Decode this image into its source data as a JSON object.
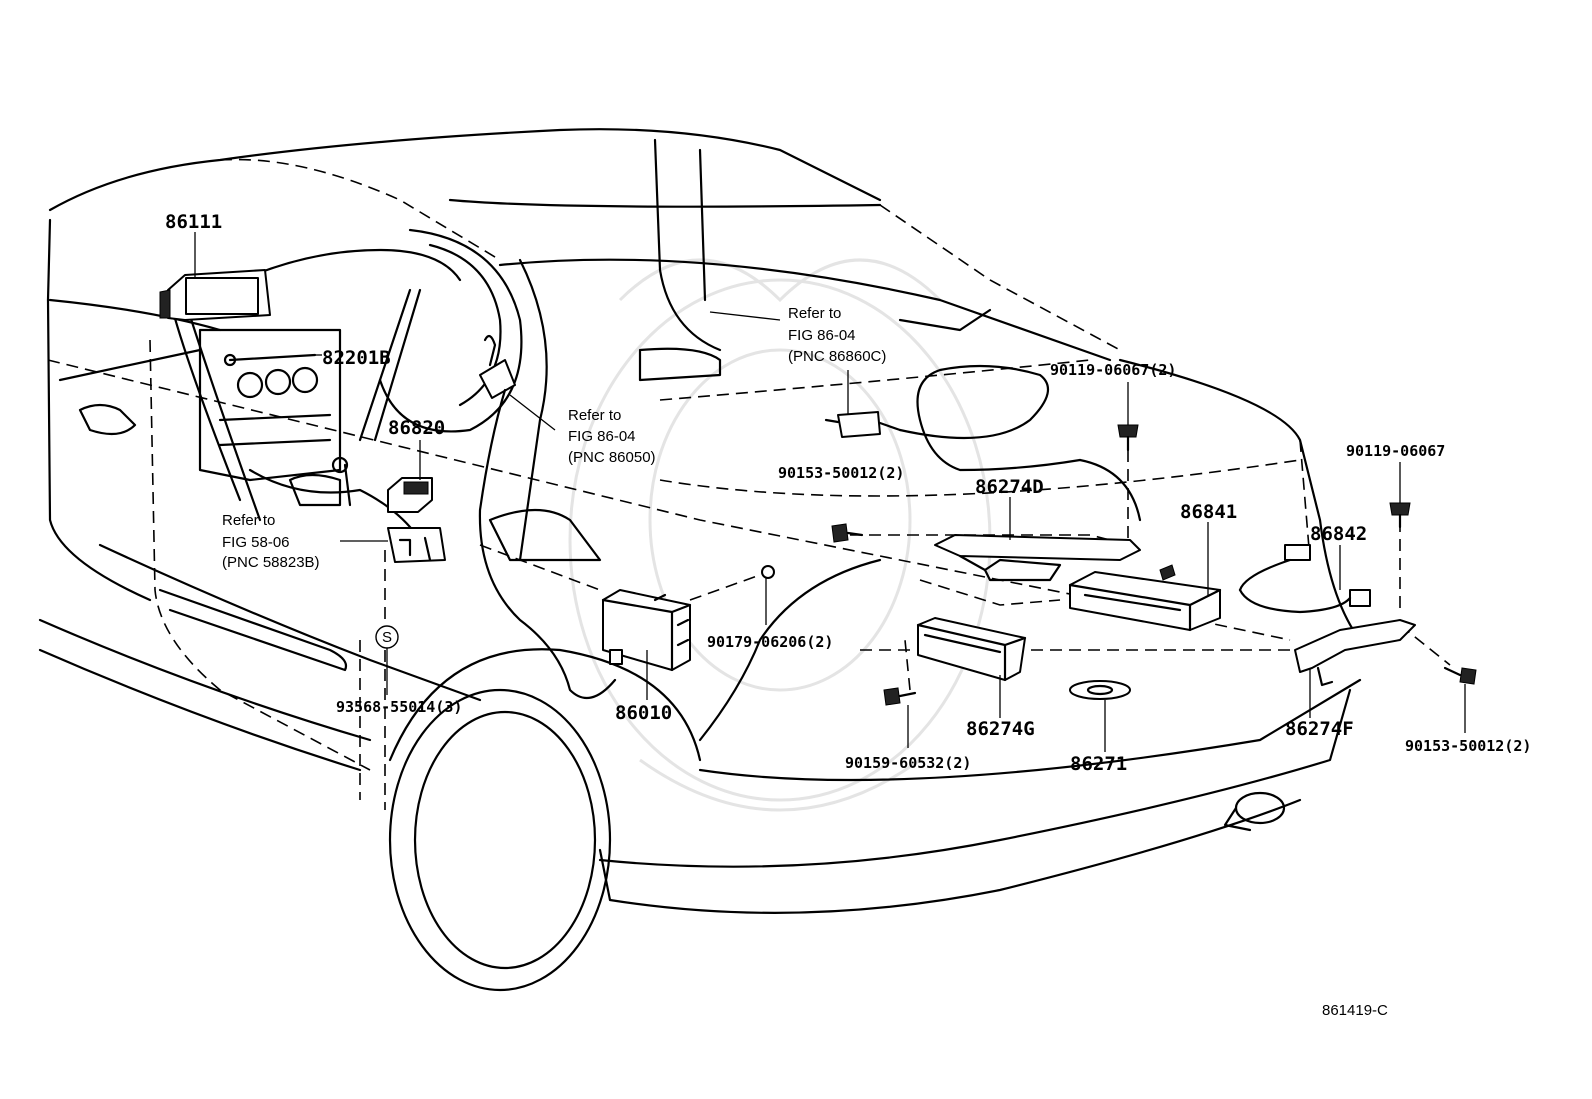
{
  "parts": {
    "p86111": "86111",
    "p82201b": "82201B",
    "p86820": "86820",
    "p86010": "86010",
    "p86274d": "86274D",
    "p86841": "86841",
    "p86842": "86842",
    "p86274g": "86274G",
    "p86271": "86271",
    "p86274f": "86274F",
    "p93568": "93568-55014(3)",
    "p90179": "90179-06206(2)",
    "p90153a": "90153-50012(2)",
    "p90119a": "90119-06067(2)",
    "p90119b": "90119-06067",
    "p90159": "90159-60532(2)",
    "p90153b": "90153-50012(2)"
  },
  "refs": {
    "r1": {
      "line1": "Refer to",
      "line2": "FIG 86-04",
      "line3": "(PNC 86860C)"
    },
    "r2": {
      "line1": "Refer to",
      "line2": "FIG 86-04",
      "line3": "(PNC 86050)"
    },
    "r3": {
      "line1": "Refer to",
      "line2": "FIG 58-06",
      "line3": "(PNC 58823B)"
    }
  },
  "std_symbol": "S",
  "illustration_code": "861419-C",
  "icons": [
    "car-body-illustration",
    "watermark-emblem"
  ]
}
